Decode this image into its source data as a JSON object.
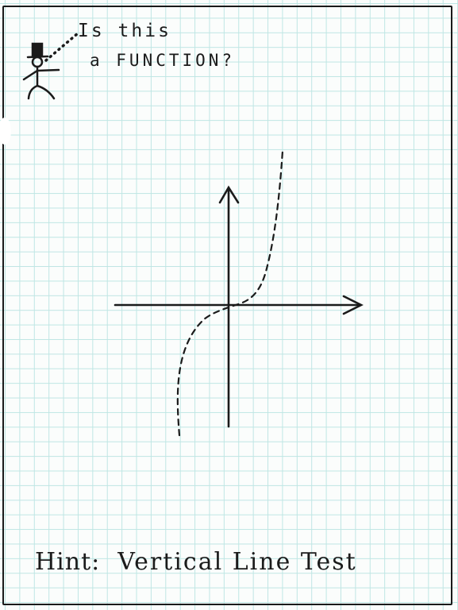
{
  "question": {
    "line1": "Is this",
    "line2": "a FUNCTION?"
  },
  "hint": {
    "label": "Hint:",
    "text": "Vertical Line Test"
  },
  "colors": {
    "ink": "#1b1b1b",
    "grid": "#bfe6e4",
    "paper": "#fbfdfc"
  }
}
